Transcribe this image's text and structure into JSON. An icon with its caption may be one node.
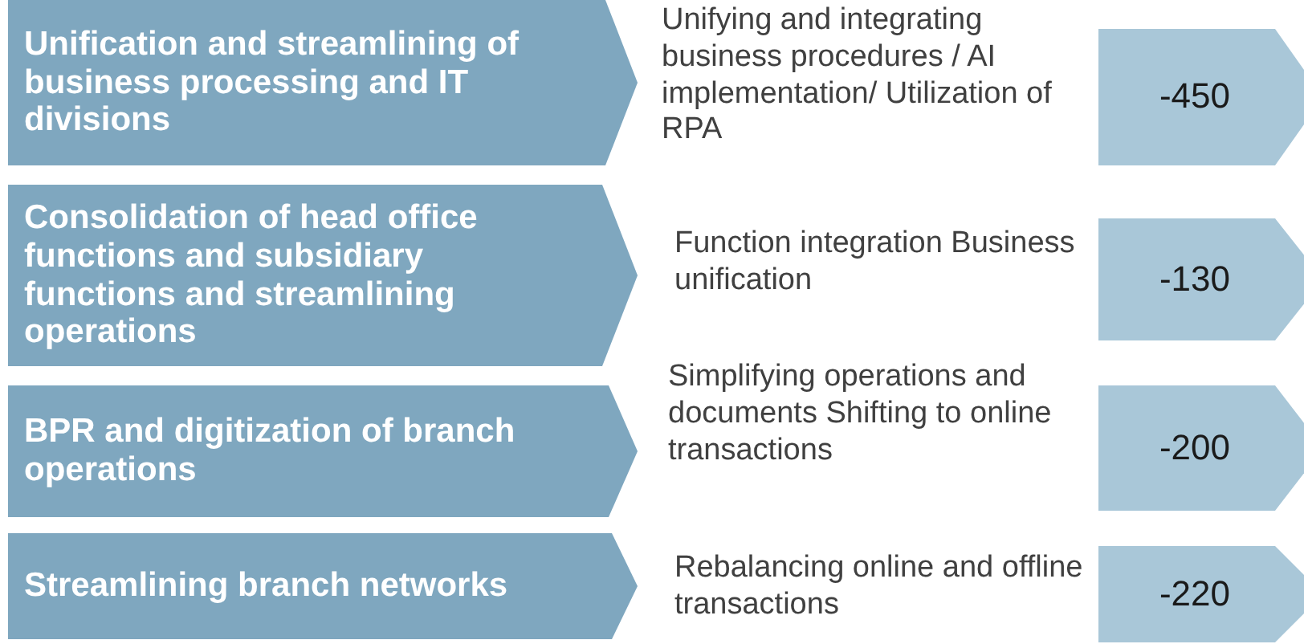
{
  "diagram": {
    "nodes": [
      {
        "text": [
          "Unification and streamlining of business processing and IT divisions"
        ]
      },
      {
        "text": [
          "Consolidation of head office functions and subsidiary functions  and streamlining operations"
        ]
      },
      {
        "text": [
          "BPR and digitization of branch operations"
        ]
      },
      {
        "text": [
          "Streamlining branch networks"
        ]
      },
      {
        "text": [
          "-450"
        ]
      },
      {
        "text": [
          "-130"
        ]
      },
      {
        "text": [
          "-200"
        ]
      },
      {
        "text": [
          "-220"
        ]
      }
    ],
    "labels": [
      "Unifying and integrating business procedures / AI implementation/ Utilization of RPA",
      "Function integration Business unification",
      "Simplifying operations and documents Shifting  to online transactions",
      "Rebalancing online and offline transactions"
    ]
  }
}
